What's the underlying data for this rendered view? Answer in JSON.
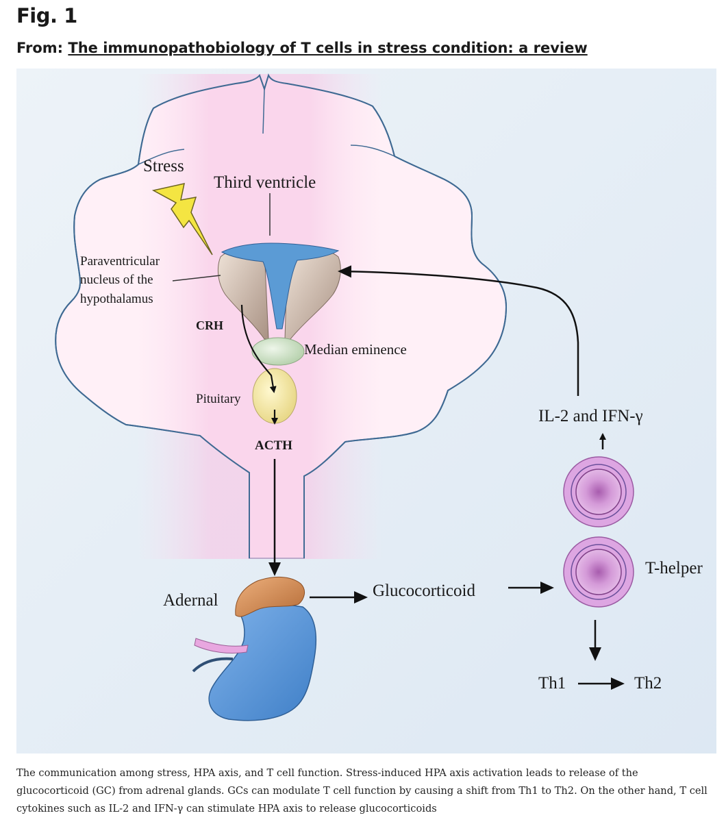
{
  "header": {
    "fig_label": "Fig. 1",
    "from_prefix": "From:",
    "article_title": "The immunopathobiology of T cells in stress condition: a review"
  },
  "diagram": {
    "labels": {
      "stress": "Stress",
      "third_ventricle": "Third ventricle",
      "pvn_line1": "Paraventricular",
      "pvn_line2": "nucleus of the",
      "pvn_line3": "hypothalamus",
      "crh": "CRH",
      "median_eminence": "Median eminence",
      "pituitary": "Pituitary",
      "acth": "ACTH",
      "adrenal": "Adernal",
      "glucocorticoid": "Glucocorticoid",
      "il2_ifn": "IL-2 and IFN-γ",
      "t_helper": "T-helper",
      "th1": "Th1",
      "th2": "Th2"
    },
    "colors": {
      "brain_fill": "#fde6f1",
      "brain_stroke": "#3f6a93",
      "ventricle_blue": "#5b9bd5",
      "nucleus_beige": "#d9c7b8",
      "median_green": "#d5e7cf",
      "pituitary_yellow": "#f6eaa8",
      "adrenal_orange": "#d9905a",
      "kidney_blue": "#5b95d8",
      "cell_purple": "#cf91d6",
      "lightning_yellow": "#f2e33a"
    }
  },
  "caption": {
    "text": "The communication among stress, HPA axis, and T cell function. Stress-induced HPA axis activation leads to release of the glucocorticoid (GC) from adrenal glands. GCs can modulate T cell function by causing a shift from Th1 to Th2. On the other hand, T cell cytokines such as IL-2 and IFN-γ can stimulate HPA axis to release glucocorticoids"
  }
}
